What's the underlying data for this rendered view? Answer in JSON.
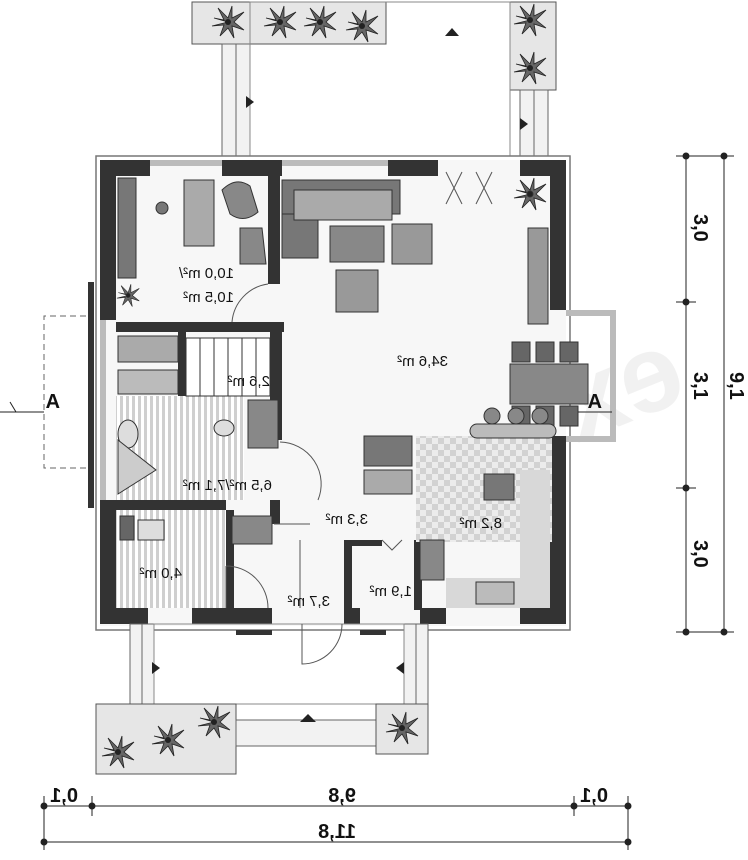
{
  "watermark": "extradom",
  "rooms": {
    "office": "10,0 m²/",
    "office2": "10,5 m²",
    "living": "34,6 m²",
    "stair": "2,6 m²",
    "bath": "6,5 m²/7,1 m²",
    "hall": "3,3 m²",
    "kitchen": "8,2 m²",
    "boiler": "4,0 m²",
    "entry": "3,7 m²",
    "pantry": "1,9 m²"
  },
  "dimensions": {
    "bottom_left": "0,1",
    "bottom_mid": "9,8",
    "bottom_right": "0,1",
    "bottom_total": "11,8",
    "right_top": "3,0",
    "right_mid": "3,1",
    "right_bottom": "3,0",
    "right_total": "9,1"
  },
  "section_marks": {
    "left": "A",
    "right": "A"
  }
}
